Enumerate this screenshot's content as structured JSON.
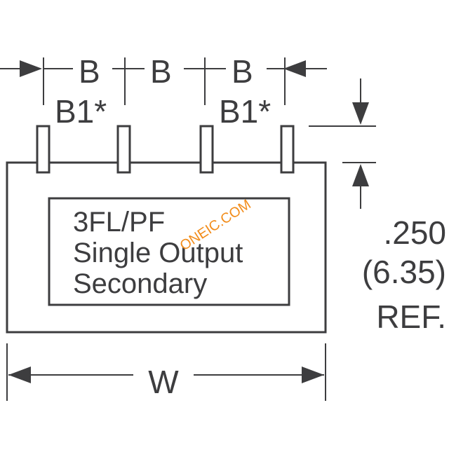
{
  "diagram": {
    "pitch_labels": [
      "B",
      "B",
      "B"
    ],
    "pin_labels": [
      "B1*",
      "B1*"
    ],
    "body_text": [
      "3FL/PF",
      "Single Output",
      "Secondary"
    ],
    "height_dimension": [
      ".250",
      "(6.35)",
      "REF."
    ],
    "width_label": "W",
    "watermark": "ONEIC.COM",
    "colors": {
      "ink": "#3d3d3f",
      "watermark": "#f28c1a",
      "background": "#ffffff"
    }
  }
}
